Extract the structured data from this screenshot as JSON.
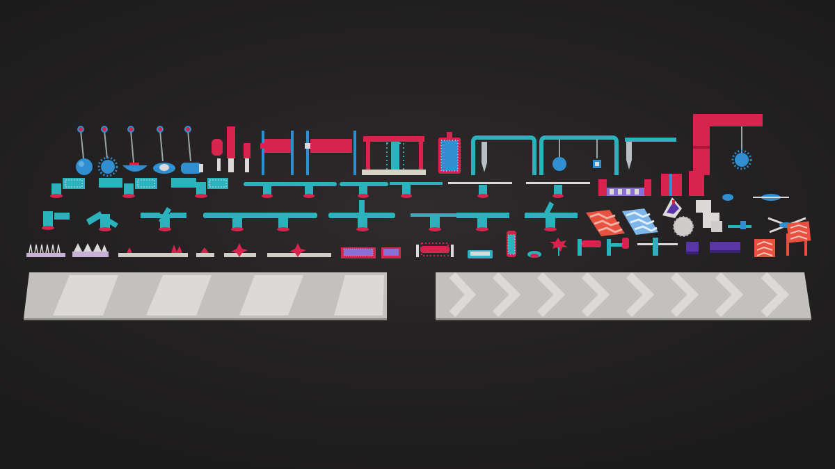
{
  "scene": {
    "kind": "3D obstacle asset pack render",
    "colors": {
      "background": "#232121",
      "teal": "#2bb3bd",
      "teal_dark": "#1c8f98",
      "blue": "#2f8fd0",
      "pink": "#d6244f",
      "pink_dark": "#a8173a",
      "cream": "#d9d3c5",
      "gray_plate": "#c3c1be",
      "stripe": "#d5d3d0",
      "purple": "#5a35a8",
      "lavender": "#8a6fd6",
      "coral": "#e8503f",
      "sky": "#7fb6ea",
      "white": "#dcdad8"
    },
    "rows": [
      {
        "id": "hanging-pendulums",
        "items": [
          "wrecking-ball",
          "spiked-ball",
          "half-bowl",
          "eye-disc",
          "roller-hammer"
        ]
      },
      {
        "id": "gates-and-frames",
        "items": [
          "piston-pair",
          "barrier-gate",
          "barrier-gate",
          "spike-roller-frame",
          "spike-panel",
          "blade-arch",
          "swing-ball-arch",
          "blade-post",
          "crane-arm"
        ]
      },
      {
        "id": "spinner-turrets",
        "items": [
          "rotating-arms",
          "rotating-arms",
          "rotating-arms",
          "rotating-arms"
        ]
      },
      {
        "id": "floor-traps",
        "items": [
          "spike-strip",
          "spike-strip",
          "saw-track",
          "saw-track",
          "saw-track",
          "pressure-pad",
          "pressure-pad",
          "spike-roller",
          "jump-pad",
          "spin-pillar",
          "turtle",
          "spiky-flower",
          "hammer-arm",
          "hammer-arm",
          "sweeper",
          "purple-block",
          "purple-block",
          "chevron-sign",
          "chevron-sign"
        ]
      }
    ],
    "platforms": [
      {
        "id": "striped-floor",
        "pattern": "bars",
        "count": 4
      },
      {
        "id": "chevron-floor",
        "pattern": "chevrons",
        "count": 8
      }
    ]
  }
}
